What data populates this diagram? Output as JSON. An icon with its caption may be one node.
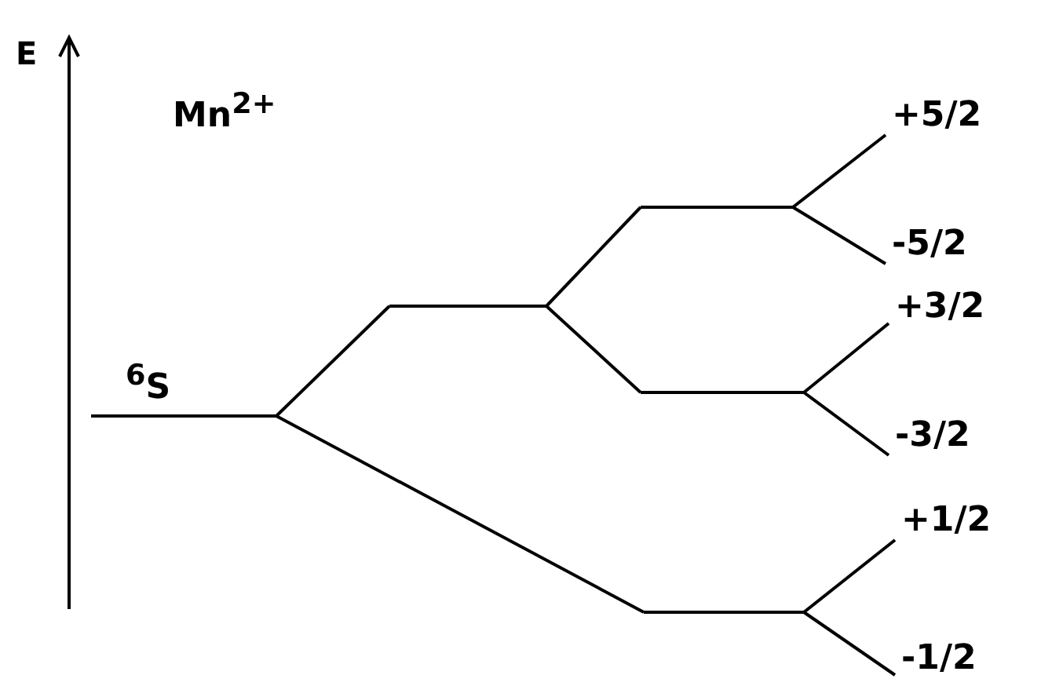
{
  "diagram": {
    "nodes": [
      {
        "text": [
          "$^{6}$S"
        ]
      },
      {
        "text": [],
        "shape": "bar"
      },
      {
        "text": [],
        "shape": "bar"
      },
      {
        "text": [],
        "shape": "bar"
      },
      {
        "text": [],
        "shape": "bar"
      },
      {
        "text": [
          "+5/2"
        ]
      },
      {
        "text": [
          "-5/2"
        ]
      },
      {
        "text": [
          "+3/2"
        ]
      },
      {
        "text": [
          "-3/2"
        ]
      },
      {
        "text": [
          "+1/2"
        ]
      },
      {
        "text": [
          "-1/2"
        ]
      }
    ],
    "edges": [
      {
        "from": 0,
        "to": 1,
        "arrow": "none"
      },
      {
        "from": 0,
        "to": 4,
        "arrow": "none"
      },
      {
        "from": 1,
        "to": 2,
        "arrow": "none"
      },
      {
        "from": 1,
        "to": 3,
        "arrow": "none"
      },
      {
        "from": 2,
        "to": 5,
        "arrow": "none"
      },
      {
        "from": 2,
        "to": 6,
        "arrow": "none"
      },
      {
        "from": 3,
        "to": 7,
        "arrow": "none"
      },
      {
        "from": 3,
        "to": 8,
        "arrow": "none"
      },
      {
        "from": 4,
        "to": 9,
        "arrow": "none"
      },
      {
        "from": 4,
        "to": 10,
        "arrow": "none"
      }
    ],
    "labels": [
      "E",
      "Mn$^{2+}$"
    ]
  }
}
